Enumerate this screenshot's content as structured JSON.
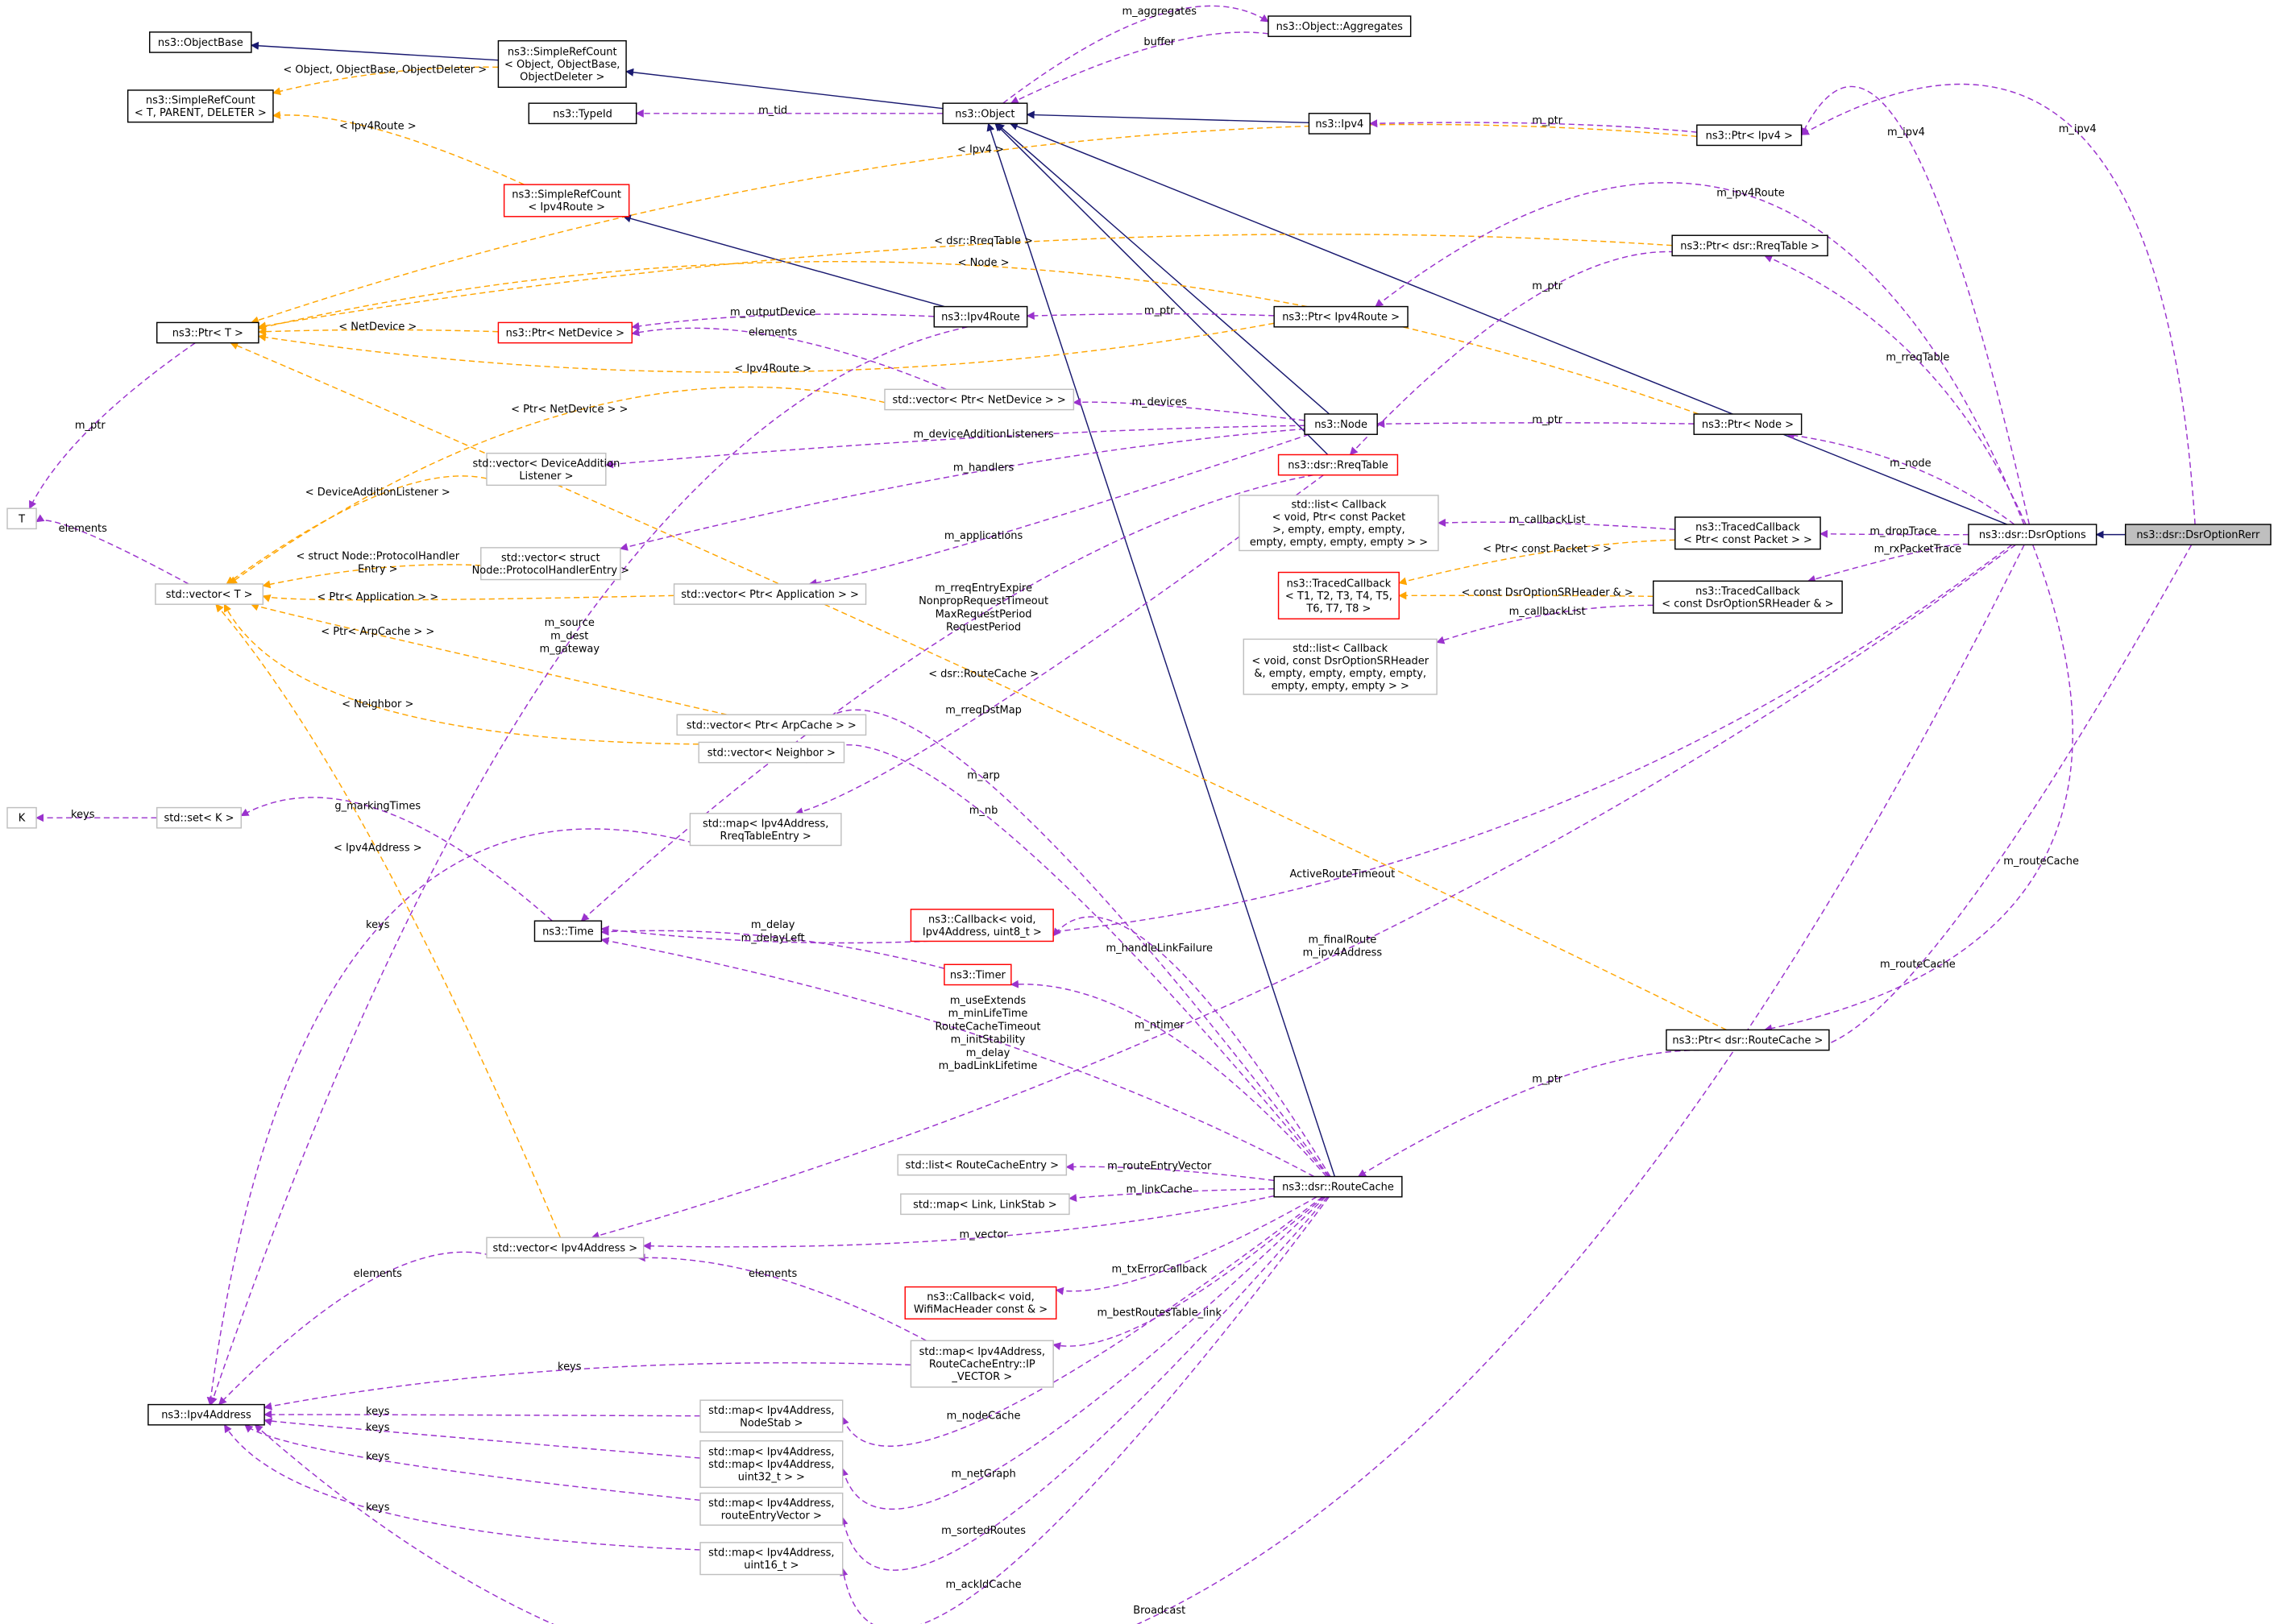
{
  "colors": {
    "inherit": "#191970",
    "member": "#9a32cd",
    "template": "#ffa500",
    "focus_fill": "#bfbfbf",
    "incomplete_border": "#ff0000",
    "external_border": "#bfbfbf"
  },
  "nodes": [
    {
      "id": "ObjectBase",
      "style": "normal",
      "lines": [
        "ns3::ObjectBase"
      ]
    },
    {
      "id": "SRC_T",
      "style": "normal",
      "lines": [
        "ns3::SimpleRefCount",
        "< T, PARENT, DELETER >"
      ]
    },
    {
      "id": "SRC_Obj",
      "style": "normal",
      "lines": [
        "ns3::SimpleRefCount",
        "< Object, ObjectBase,",
        "ObjectDeleter >"
      ]
    },
    {
      "id": "Aggregates",
      "style": "normal",
      "lines": [
        "ns3::Object::Aggregates"
      ]
    },
    {
      "id": "TypeId",
      "style": "normal",
      "lines": [
        "ns3::TypeId"
      ]
    },
    {
      "id": "Object",
      "style": "normal",
      "lines": [
        "ns3::Object"
      ]
    },
    {
      "id": "Ipv4",
      "style": "normal",
      "lines": [
        "ns3::Ipv4"
      ]
    },
    {
      "id": "PtrIpv4",
      "style": "normal",
      "lines": [
        "ns3::Ptr< Ipv4 >"
      ]
    },
    {
      "id": "SRC_Route",
      "style": "red",
      "lines": [
        "ns3::SimpleRefCount",
        "< Ipv4Route >"
      ]
    },
    {
      "id": "PtrRreq",
      "style": "normal",
      "lines": [
        "ns3::Ptr< dsr::RreqTable >"
      ]
    },
    {
      "id": "PtrT",
      "style": "normal",
      "lines": [
        "ns3::Ptr< T >"
      ]
    },
    {
      "id": "PtrNetDev",
      "style": "red",
      "lines": [
        "ns3::Ptr< NetDevice >"
      ]
    },
    {
      "id": "Ipv4Route",
      "style": "normal",
      "lines": [
        "ns3::Ipv4Route"
      ]
    },
    {
      "id": "PtrIpv4Route",
      "style": "normal",
      "lines": [
        "ns3::Ptr< Ipv4Route >"
      ]
    },
    {
      "id": "VecNetDev",
      "style": "gray",
      "lines": [
        "std::vector< Ptr< NetDevice > >"
      ]
    },
    {
      "id": "Node",
      "style": "normal",
      "lines": [
        "ns3::Node"
      ]
    },
    {
      "id": "PtrNode",
      "style": "normal",
      "lines": [
        "ns3::Ptr< Node >"
      ]
    },
    {
      "id": "RreqTable",
      "style": "red",
      "lines": [
        "ns3::dsr::RreqTable"
      ]
    },
    {
      "id": "T",
      "style": "gray",
      "lines": [
        "T"
      ]
    },
    {
      "id": "VecDAL",
      "style": "gray",
      "lines": [
        "std::vector< DeviceAddition",
        "Listener >"
      ]
    },
    {
      "id": "ListCbPkt",
      "style": "gray",
      "lines": [
        "std::list< Callback",
        "< void, Ptr< const Packet",
        ">, empty, empty, empty,",
        "empty, empty, empty, empty > >"
      ]
    },
    {
      "id": "TCPkt",
      "style": "normal",
      "lines": [
        "ns3::TracedCallback",
        "< Ptr< const Packet > >"
      ]
    },
    {
      "id": "DsrOptions",
      "style": "normal",
      "lines": [
        "ns3::dsr::DsrOptions"
      ]
    },
    {
      "id": "DsrOptionRerr",
      "style": "focus",
      "lines": [
        "ns3::dsr::DsrOptionRerr"
      ]
    },
    {
      "id": "VecT",
      "style": "gray",
      "lines": [
        "std::vector< T >"
      ]
    },
    {
      "id": "VecPHE",
      "style": "gray",
      "lines": [
        "std::vector< struct",
        "Node::ProtocolHandlerEntry >"
      ]
    },
    {
      "id": "VecApp",
      "style": "gray",
      "lines": [
        "std::vector< Ptr< Application > >"
      ]
    },
    {
      "id": "TCT",
      "style": "red",
      "lines": [
        "ns3::TracedCallback",
        "< T1, T2, T3, T4, T5,",
        "T6, T7, T8 >"
      ]
    },
    {
      "id": "TCSR",
      "style": "normal",
      "lines": [
        "ns3::TracedCallback",
        "< const DsrOptionSRHeader & >"
      ]
    },
    {
      "id": "ListCbSR",
      "style": "gray",
      "lines": [
        "std::list< Callback",
        "< void, const DsrOptionSRHeader",
        "&, empty, empty, empty, empty,",
        "empty, empty, empty > >"
      ]
    },
    {
      "id": "VecArp",
      "style": "gray",
      "lines": [
        "std::vector< Ptr< ArpCache > >"
      ]
    },
    {
      "id": "VecNb",
      "style": "gray",
      "lines": [
        "std::vector< Neighbor >"
      ]
    },
    {
      "id": "K",
      "style": "gray",
      "lines": [
        "K"
      ]
    },
    {
      "id": "SetK",
      "style": "gray",
      "lines": [
        "std::set< K >"
      ]
    },
    {
      "id": "MapRreq",
      "style": "gray",
      "lines": [
        "std::map< Ipv4Address,",
        "RreqTableEntry >"
      ]
    },
    {
      "id": "Time",
      "style": "normal",
      "lines": [
        "ns3::Time"
      ]
    },
    {
      "id": "CbIpv4",
      "style": "red",
      "lines": [
        "ns3::Callback< void,",
        "Ipv4Address, uint8_t >"
      ]
    },
    {
      "id": "Timer",
      "style": "red",
      "lines": [
        "ns3::Timer"
      ]
    },
    {
      "id": "PtrRC",
      "style": "normal",
      "lines": [
        "ns3::Ptr< dsr::RouteCache >"
      ]
    },
    {
      "id": "ListRCE",
      "style": "gray",
      "lines": [
        "std::list< RouteCacheEntry >"
      ]
    },
    {
      "id": "MapLink",
      "style": "gray",
      "lines": [
        "std::map< Link, LinkStab >"
      ]
    },
    {
      "id": "RouteCache",
      "style": "normal",
      "lines": [
        "ns3::dsr::RouteCache"
      ]
    },
    {
      "id": "VecIpv4",
      "style": "gray",
      "lines": [
        "std::vector< Ipv4Address >"
      ]
    },
    {
      "id": "CbWifi",
      "style": "red",
      "lines": [
        "ns3::Callback< void,",
        "WifiMacHeader const & >"
      ]
    },
    {
      "id": "MapIPV",
      "style": "gray",
      "lines": [
        "std::map< Ipv4Address,",
        "RouteCacheEntry::IP",
        "_VECTOR >"
      ]
    },
    {
      "id": "Ipv4Address",
      "style": "normal",
      "lines": [
        "ns3::Ipv4Address"
      ]
    },
    {
      "id": "MapNodeStab",
      "style": "gray",
      "lines": [
        "std::map< Ipv4Address,",
        "NodeStab >"
      ]
    },
    {
      "id": "MapMap",
      "style": "gray",
      "lines": [
        "std::map< Ipv4Address,",
        "std::map< Ipv4Address,",
        "uint32_t > >"
      ]
    },
    {
      "id": "MapREV",
      "style": "gray",
      "lines": [
        "std::map< Ipv4Address,",
        "routeEntryVector >"
      ]
    },
    {
      "id": "MapU16",
      "style": "gray",
      "lines": [
        "std::map< Ipv4Address,",
        "uint16_t >"
      ]
    }
  ],
  "edges": [
    {
      "from": "SRC_Obj",
      "to": "ObjectBase",
      "kind": "inherit",
      "label": []
    },
    {
      "from": "Object",
      "to": "SRC_Obj",
      "kind": "inherit",
      "label": []
    },
    {
      "from": "Ipv4",
      "to": "Object",
      "kind": "inherit",
      "label": []
    },
    {
      "from": "Node",
      "to": "Object",
      "kind": "inherit",
      "label": []
    },
    {
      "from": "RreqTable",
      "to": "Object",
      "kind": "inherit",
      "label": []
    },
    {
      "from": "RouteCache",
      "to": "Object",
      "kind": "inherit",
      "label": []
    },
    {
      "from": "DsrOptions",
      "to": "Object",
      "kind": "inherit",
      "label": []
    },
    {
      "from": "Ipv4Route",
      "to": "SRC_Route",
      "kind": "inherit",
      "label": []
    },
    {
      "from": "DsrOptionRerr",
      "to": "DsrOptions",
      "kind": "inherit",
      "label": []
    },
    {
      "from": "SRC_Obj",
      "to": "SRC_T",
      "kind": "template",
      "label": [
        "< Object, ObjectBase, ObjectDeleter >"
      ]
    },
    {
      "from": "SRC_Route",
      "to": "SRC_T",
      "kind": "template",
      "label": [
        "< Ipv4Route >"
      ]
    },
    {
      "from": "PtrIpv4",
      "to": "PtrT",
      "kind": "template",
      "label": [
        "< Ipv4 >"
      ]
    },
    {
      "from": "PtrRreq",
      "to": "PtrT",
      "kind": "template",
      "label": [
        "< dsr::RreqTable >"
      ]
    },
    {
      "from": "PtrNode",
      "to": "PtrT",
      "kind": "template",
      "label": [
        "< Node >"
      ]
    },
    {
      "from": "PtrNetDev",
      "to": "PtrT",
      "kind": "template",
      "label": [
        "< NetDevice >"
      ]
    },
    {
      "from": "PtrIpv4Route",
      "to": "PtrT",
      "kind": "template",
      "label": [
        "< Ipv4Route >"
      ]
    },
    {
      "from": "PtrRC",
      "to": "PtrT",
      "kind": "template",
      "label": [
        "< dsr::RouteCache >"
      ]
    },
    {
      "from": "VecNetDev",
      "to": "VecT",
      "kind": "template",
      "label": [
        "< Ptr< NetDevice > >"
      ]
    },
    {
      "from": "VecDAL",
      "to": "VecT",
      "kind": "template",
      "label": [
        "< DeviceAdditionListener >"
      ]
    },
    {
      "from": "VecPHE",
      "to": "VecT",
      "kind": "template",
      "label": [
        "< struct Node::ProtocolHandler",
        "Entry >"
      ]
    },
    {
      "from": "VecApp",
      "to": "VecT",
      "kind": "template",
      "label": [
        "< Ptr< Application > >"
      ]
    },
    {
      "from": "VecArp",
      "to": "VecT",
      "kind": "template",
      "label": [
        "< Ptr< ArpCache > >"
      ]
    },
    {
      "from": "VecNb",
      "to": "VecT",
      "kind": "template",
      "label": [
        "< Neighbor >"
      ]
    },
    {
      "from": "VecIpv4",
      "to": "VecT",
      "kind": "template",
      "label": [
        "< Ipv4Address >"
      ]
    },
    {
      "from": "TCPkt",
      "to": "TCT",
      "kind": "template",
      "label": [
        "< Ptr< const Packet > >"
      ]
    },
    {
      "from": "TCSR",
      "to": "TCT",
      "kind": "template",
      "label": [
        "< const DsrOptionSRHeader & >"
      ]
    },
    {
      "from": "Aggregates",
      "to": "Object",
      "kind": "member",
      "label": [
        "buffer"
      ]
    },
    {
      "from": "Object",
      "to": "Aggregates",
      "kind": "member",
      "label": [
        "m_aggregates"
      ]
    },
    {
      "from": "Object",
      "to": "TypeId",
      "kind": "member",
      "label": [
        "m_tid"
      ]
    },
    {
      "from": "PtrIpv4",
      "to": "Ipv4",
      "kind": "member",
      "label": [
        "m_ptr"
      ]
    },
    {
      "from": "PtrT",
      "to": "T",
      "kind": "member",
      "label": [
        "m_ptr"
      ]
    },
    {
      "from": "VecT",
      "to": "T",
      "kind": "member",
      "label": [
        "elements"
      ]
    },
    {
      "from": "SetK",
      "to": "K",
      "kind": "member",
      "label": [
        "keys"
      ]
    },
    {
      "from": "Ipv4Route",
      "to": "PtrNetDev",
      "kind": "member",
      "label": [
        "m_outputDevice"
      ]
    },
    {
      "from": "VecNetDev",
      "to": "PtrNetDev",
      "kind": "member",
      "label": [
        "elements"
      ]
    },
    {
      "from": "PtrIpv4Route",
      "to": "Ipv4Route",
      "kind": "member",
      "label": [
        "m_ptr"
      ]
    },
    {
      "from": "Node",
      "to": "VecNetDev",
      "kind": "member",
      "label": [
        "m_devices"
      ]
    },
    {
      "from": "Node",
      "to": "VecDAL",
      "kind": "member",
      "label": [
        "m_deviceAdditionListeners"
      ]
    },
    {
      "from": "Node",
      "to": "VecPHE",
      "kind": "member",
      "label": [
        "m_handlers"
      ]
    },
    {
      "from": "Node",
      "to": "VecApp",
      "kind": "member",
      "label": [
        "m_applications"
      ]
    },
    {
      "from": "PtrNode",
      "to": "Node",
      "kind": "member",
      "label": [
        "m_ptr"
      ]
    },
    {
      "from": "PtrRreq",
      "to": "RreqTable",
      "kind": "member",
      "label": [
        "m_ptr"
      ]
    },
    {
      "from": "RreqTable",
      "to": "Time",
      "kind": "member",
      "label": [
        "m_rreqEntryExpire",
        "NonpropRequestTimeout",
        "MaxRequestPeriod",
        "RequestPeriod"
      ]
    },
    {
      "from": "RreqTable",
      "to": "MapRreq",
      "kind": "member",
      "label": [
        "m_rreqDstMap"
      ]
    },
    {
      "from": "Ipv4Route",
      "to": "Ipv4Address",
      "kind": "member",
      "label": [
        "m_source",
        "m_dest",
        "m_gateway"
      ]
    },
    {
      "from": "MapRreq",
      "to": "Ipv4Address",
      "kind": "member",
      "label": [
        "keys"
      ]
    },
    {
      "from": "Time",
      "to": "SetK",
      "kind": "member",
      "label": [
        "g_markingTimes"
      ]
    },
    {
      "from": "Timer",
      "to": "Time",
      "kind": "member",
      "label": [
        "m_delay",
        "m_delayLeft"
      ]
    },
    {
      "from": "DsrOptions",
      "to": "PtrIpv4",
      "kind": "member",
      "label": [
        "m_ipv4"
      ]
    },
    {
      "from": "DsrOptionRerr",
      "to": "PtrIpv4",
      "kind": "member",
      "label": [
        "m_ipv4"
      ]
    },
    {
      "from": "DsrOptions",
      "to": "PtrIpv4Route",
      "kind": "member",
      "label": [
        "m_ipv4Route"
      ]
    },
    {
      "from": "DsrOptions",
      "to": "PtrRreq",
      "kind": "member",
      "label": [
        "m_rreqTable"
      ]
    },
    {
      "from": "DsrOptions",
      "to": "PtrNode",
      "kind": "member",
      "label": [
        "m_node"
      ]
    },
    {
      "from": "DsrOptions",
      "to": "TCPkt",
      "kind": "member",
      "label": [
        "m_dropTrace"
      ]
    },
    {
      "from": "DsrOptions",
      "to": "TCSR",
      "kind": "member",
      "label": [
        "m_rxPacketTrace"
      ]
    },
    {
      "from": "TCPkt",
      "to": "ListCbPkt",
      "kind": "member",
      "label": [
        "m_callbackList"
      ]
    },
    {
      "from": "TCSR",
      "to": "ListCbSR",
      "kind": "member",
      "label": [
        "m_callbackList"
      ]
    },
    {
      "from": "DsrOptions",
      "to": "Time",
      "kind": "member",
      "label": [
        "ActiveRouteTimeout"
      ]
    },
    {
      "from": "DsrOptions",
      "to": "VecIpv4",
      "kind": "member",
      "label": [
        "m_finalRoute",
        "m_ipv4Address"
      ]
    },
    {
      "from": "DsrOptions",
      "to": "PtrRC",
      "kind": "member",
      "label": [
        "m_routeCache"
      ]
    },
    {
      "from": "DsrOptionRerr",
      "to": "PtrRC",
      "kind": "member",
      "label": [
        "m_routeCache"
      ]
    },
    {
      "from": "DsrOptions",
      "to": "Ipv4Address",
      "kind": "member",
      "label": [
        "Broadcast"
      ]
    },
    {
      "from": "PtrRC",
      "to": "RouteCache",
      "kind": "member",
      "label": [
        "m_ptr"
      ]
    },
    {
      "from": "RouteCache",
      "to": "VecArp",
      "kind": "member",
      "label": [
        "m_arp"
      ]
    },
    {
      "from": "RouteCache",
      "to": "VecNb",
      "kind": "member",
      "label": [
        "m_nb"
      ]
    },
    {
      "from": "RouteCache",
      "to": "CbIpv4",
      "kind": "member",
      "label": [
        "m_handleLinkFailure"
      ]
    },
    {
      "from": "RouteCache",
      "to": "Timer",
      "kind": "member",
      "label": [
        "m_ntimer"
      ]
    },
    {
      "from": "RouteCache",
      "to": "Time",
      "kind": "member",
      "label": [
        "m_useExtends",
        "m_minLifeTime",
        "RouteCacheTimeout",
        "m_initStability",
        "m_delay",
        "m_badLinkLifetime"
      ]
    },
    {
      "from": "RouteCache",
      "to": "ListRCE",
      "kind": "member",
      "label": [
        "m_routeEntryVector"
      ]
    },
    {
      "from": "RouteCache",
      "to": "MapLink",
      "kind": "member",
      "label": [
        "m_linkCache"
      ]
    },
    {
      "from": "RouteCache",
      "to": "VecIpv4",
      "kind": "member",
      "label": [
        "m_vector"
      ]
    },
    {
      "from": "RouteCache",
      "to": "CbWifi",
      "kind": "member",
      "label": [
        "m_txErrorCallback"
      ]
    },
    {
      "from": "RouteCache",
      "to": "MapIPV",
      "kind": "member",
      "label": [
        "m_bestRoutesTable_link"
      ]
    },
    {
      "from": "RouteCache",
      "to": "MapNodeStab",
      "kind": "member",
      "label": [
        "m_nodeCache"
      ]
    },
    {
      "from": "RouteCache",
      "to": "MapMap",
      "kind": "member",
      "label": [
        "m_netGraph"
      ]
    },
    {
      "from": "RouteCache",
      "to": "MapREV",
      "kind": "member",
      "label": [
        "m_sortedRoutes"
      ]
    },
    {
      "from": "RouteCache",
      "to": "MapU16",
      "kind": "member",
      "label": [
        "m_ackIdCache"
      ]
    },
    {
      "from": "VecIpv4",
      "to": "Ipv4Address",
      "kind": "member",
      "label": [
        "elements"
      ]
    },
    {
      "from": "MapIPV",
      "to": "VecIpv4",
      "kind": "member",
      "label": [
        "elements"
      ]
    },
    {
      "from": "MapIPV",
      "to": "Ipv4Address",
      "kind": "member",
      "label": [
        "keys"
      ]
    },
    {
      "from": "MapNodeStab",
      "to": "Ipv4Address",
      "kind": "member",
      "label": [
        "keys"
      ]
    },
    {
      "from": "MapMap",
      "to": "Ipv4Address",
      "kind": "member",
      "label": [
        "keys"
      ]
    },
    {
      "from": "MapREV",
      "to": "Ipv4Address",
      "kind": "member",
      "label": [
        "keys"
      ]
    },
    {
      "from": "MapU16",
      "to": "Ipv4Address",
      "kind": "member",
      "label": [
        "keys"
      ]
    }
  ]
}
